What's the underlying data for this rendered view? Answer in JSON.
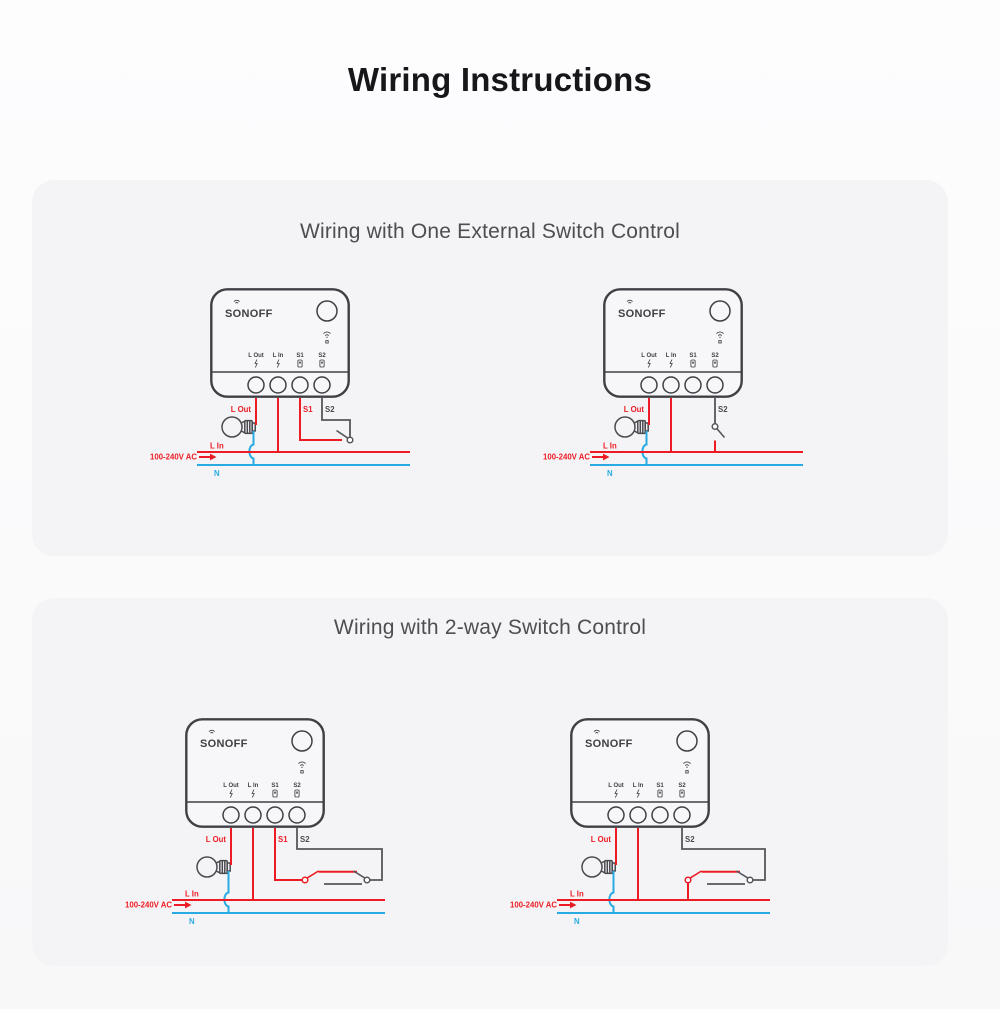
{
  "page": {
    "title": "Wiring Instructions"
  },
  "colors": {
    "live_wire": "#ed1c24",
    "neutral_wire": "#29abe2",
    "signal_wire": "#55565b",
    "device_outline": "#3f4045"
  },
  "device": {
    "logo": "SONOFF",
    "terminals": [
      "L Out",
      "L In",
      "S1",
      "S2"
    ]
  },
  "sections": [
    {
      "heading": "Wiring with One External Switch Control",
      "diagrams": [
        {
          "labels": {
            "l_out": "L Out",
            "s1": "S1",
            "s2": "S2",
            "l_in": "L In",
            "supply": "100-240V AC",
            "neutral": "N"
          }
        },
        {
          "labels": {
            "l_out": "L Out",
            "s2": "S2",
            "l_in": "L In",
            "supply": "100-240V AC",
            "neutral": "N"
          }
        }
      ]
    },
    {
      "heading": "Wiring with 2-way Switch Control",
      "diagrams": [
        {
          "labels": {
            "l_out": "L Out",
            "s1": "S1",
            "s2": "S2",
            "l_in": "L In",
            "supply": "100-240V AC",
            "neutral": "N"
          }
        },
        {
          "labels": {
            "l_out": "L Out",
            "s2": "S2",
            "l_in": "L In",
            "supply": "100-240V AC",
            "neutral": "N"
          }
        }
      ]
    }
  ]
}
